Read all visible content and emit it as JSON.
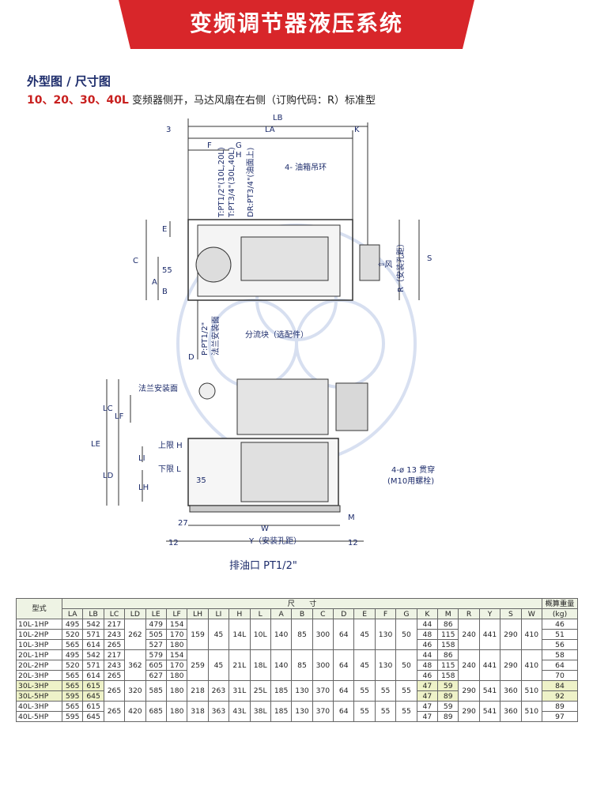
{
  "banner": {
    "title": "变频调节器液压系统",
    "color": "#d8262a"
  },
  "section_title": "外型图 / 尺寸图",
  "subtitle": {
    "models": "10、20、30、40L",
    "text": "变频器侧开，马达风扇在右侧（订购代码：R）标准型"
  },
  "top_view": {
    "dims": [
      "LB",
      "LA",
      "K",
      "3",
      "F",
      "G",
      "H",
      "E",
      "C",
      "A",
      "B",
      "55",
      "D",
      "R（安装孔距）",
      "S"
    ],
    "ports": [
      "T:PT1/2\"(10L,20L)",
      "T:PT3/4\"(30L,40L)",
      "DR:PT3/4\"(油面上)",
      "P:PT1/2\"",
      "法兰安装面"
    ],
    "notes": [
      "4- 油箱吊环",
      "分流块（选配件）",
      "风"
    ]
  },
  "front_view": {
    "dims": [
      "LC",
      "LF",
      "LE",
      "LD",
      "LI",
      "LH",
      "35",
      "27",
      "W",
      "Y（安装孔距）",
      "12",
      "12",
      "M"
    ],
    "labels": [
      "法兰安装面",
      "上限 H",
      "下限 L",
      "4-ø 13 贯穿",
      "(M10用螺栓)",
      "排油口 PT1/2\""
    ]
  },
  "table": {
    "model_header": "型式",
    "group_header": "尺　　寸",
    "weight_header": "概算重量",
    "weight_unit": "(kg)",
    "columns": [
      "LA",
      "LB",
      "LC",
      "LD",
      "LE",
      "LF",
      "LH",
      "LI",
      "H",
      "L",
      "A",
      "B",
      "C",
      "D",
      "E",
      "F",
      "G",
      "K",
      "M",
      "R",
      "Y",
      "S",
      "W"
    ],
    "rows": [
      [
        "10L-1HP",
        "495",
        "542",
        "217",
        "479",
        "154",
        "44",
        "86",
        "46"
      ],
      [
        "10L-2HP",
        "520",
        "571",
        "243",
        "505",
        "170",
        "48",
        "115",
        "51"
      ],
      [
        "10L-3HP",
        "565",
        "614",
        "265",
        "527",
        "180",
        "46",
        "158",
        "56"
      ],
      [
        "20L-1HP",
        "495",
        "542",
        "217",
        "579",
        "154",
        "44",
        "86",
        "58"
      ],
      [
        "20L-2HP",
        "520",
        "571",
        "243",
        "605",
        "170",
        "48",
        "115",
        "64"
      ],
      [
        "20L-3HP",
        "565",
        "614",
        "265",
        "627",
        "180",
        "46",
        "158",
        "70"
      ],
      [
        "30L-3HP",
        "565",
        "615",
        "",
        "",
        "",
        "47",
        "59",
        "84"
      ],
      [
        "30L-5HP",
        "595",
        "645",
        "",
        "",
        "",
        "47",
        "89",
        "92"
      ],
      [
        "40L-3HP",
        "565",
        "615",
        "",
        "",
        "",
        "47",
        "59",
        "89"
      ],
      [
        "40L-5HP",
        "595",
        "645",
        "",
        "",
        "",
        "47",
        "89",
        "97"
      ]
    ],
    "merged": {
      "g10": {
        "LD": "262",
        "LH": "159",
        "LI": "45",
        "H": "14L",
        "L": "10L",
        "A": "140",
        "B": "85",
        "C": "300",
        "D": "64",
        "E": "45",
        "F": "130",
        "G": "50",
        "R": "240",
        "Y": "441",
        "S": "290",
        "W": "410"
      },
      "g20": {
        "LD": "362",
        "LH": "259",
        "LI": "45",
        "H": "21L",
        "L": "18L",
        "A": "140",
        "B": "85",
        "C": "300",
        "D": "64",
        "E": "45",
        "F": "130",
        "G": "50",
        "R": "240",
        "Y": "441",
        "S": "290",
        "W": "410"
      },
      "g30": {
        "LC": "265",
        "LD": "320",
        "LE": "585",
        "LF": "180",
        "LH": "218",
        "LI": "263",
        "H": "31L",
        "L": "25L",
        "A": "185",
        "B": "130",
        "C": "370",
        "D": "64",
        "E": "55",
        "F": "55",
        "G": "55",
        "R": "290",
        "Y": "541",
        "S": "360",
        "W": "510"
      },
      "g40": {
        "LC": "265",
        "LD": "420",
        "LE": "685",
        "LF": "180",
        "LH": "318",
        "LI": "363",
        "H": "43L",
        "L": "38L",
        "A": "185",
        "B": "130",
        "C": "370",
        "D": "64",
        "E": "55",
        "F": "55",
        "G": "55",
        "R": "290",
        "Y": "541",
        "S": "360",
        "W": "510"
      }
    }
  }
}
